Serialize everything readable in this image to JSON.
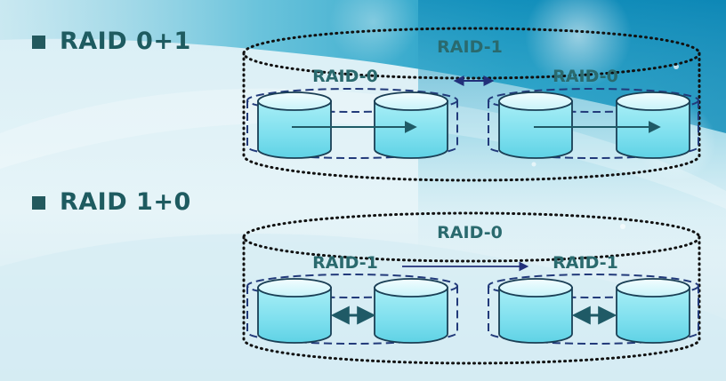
{
  "headings": {
    "raid01": "RAID 0+1",
    "raid10": "RAID 1+0"
  },
  "raid01": {
    "outer_label": "RAID-1",
    "group_left_label": "RAID-0",
    "group_right_label": "RAID-0"
  },
  "raid10": {
    "outer_label": "RAID-0",
    "group_left_label": "RAID-1",
    "group_right_label": "RAID-1"
  },
  "colors": {
    "heading": "#1e5b60",
    "label": "#2a6a6e",
    "disk_top": "#dff8fb",
    "disk_body": "#7fe0ee",
    "dashed_group": "#223a7a",
    "dotted_container": "#111111",
    "arrow": "#1f5a66"
  }
}
